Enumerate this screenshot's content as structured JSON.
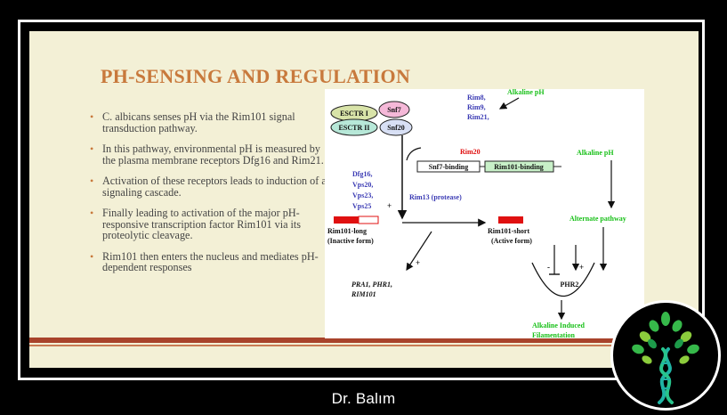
{
  "slide": {
    "title": "PH-SENSING AND REGULATION",
    "bullets": [
      "C. albicans senses pH via the Rim101 signal transduction pathway.",
      "In this pathway, environmental pH is measured by the plasma membrane receptors Dfg16 and Rim21.",
      "Activation of these receptors leads to induction of a signaling cascade.",
      "Finally leading to activation of the major pH-responsive transcription factor Rim101 via its proteolytic cleavage.",
      "Rim101 then enters the nucleus and mediates pH-dependent responses"
    ],
    "bullet_glyph": "•"
  },
  "diagram": {
    "escrt1": "ESCTR I",
    "escrt2": "ESCTR II",
    "snf7": "Snf7",
    "snf20": "Snf20",
    "rim8_group": [
      "Rim8,",
      "Rim9,",
      "Rim21,"
    ],
    "alkaline_ph_top": "Alkaline pH",
    "rim20": "Rim20",
    "snf7_binding": "Snf7-binding",
    "rim101_binding": "Rim101-binding",
    "alkaline_ph_right": "Alkaline pH",
    "dfg_group": [
      "Dfg16,",
      "Vps20,",
      "Vps23,",
      "Vps25"
    ],
    "plus": "+",
    "rim13": "Rim13 (protease)",
    "rim101_long": [
      "Rim101-long",
      "(Inactive form)"
    ],
    "rim101_short": [
      "Rim101-short",
      "(Active form)"
    ],
    "alternate_pathway": "Alternate pathway",
    "targets": [
      "PRA1, PHR1,",
      "RIM101"
    ],
    "minus": "-",
    "phr2": "PHR2",
    "filamentation": [
      "Alkaline Induced",
      "Filamentation"
    ],
    "colors": {
      "blue": "#3b3bb4",
      "green": "#19c019",
      "red": "#e01010",
      "black": "#111111"
    }
  },
  "footer": {
    "text": "Dr. Balım"
  },
  "logo": {
    "icon": "dna-tree-logo"
  }
}
